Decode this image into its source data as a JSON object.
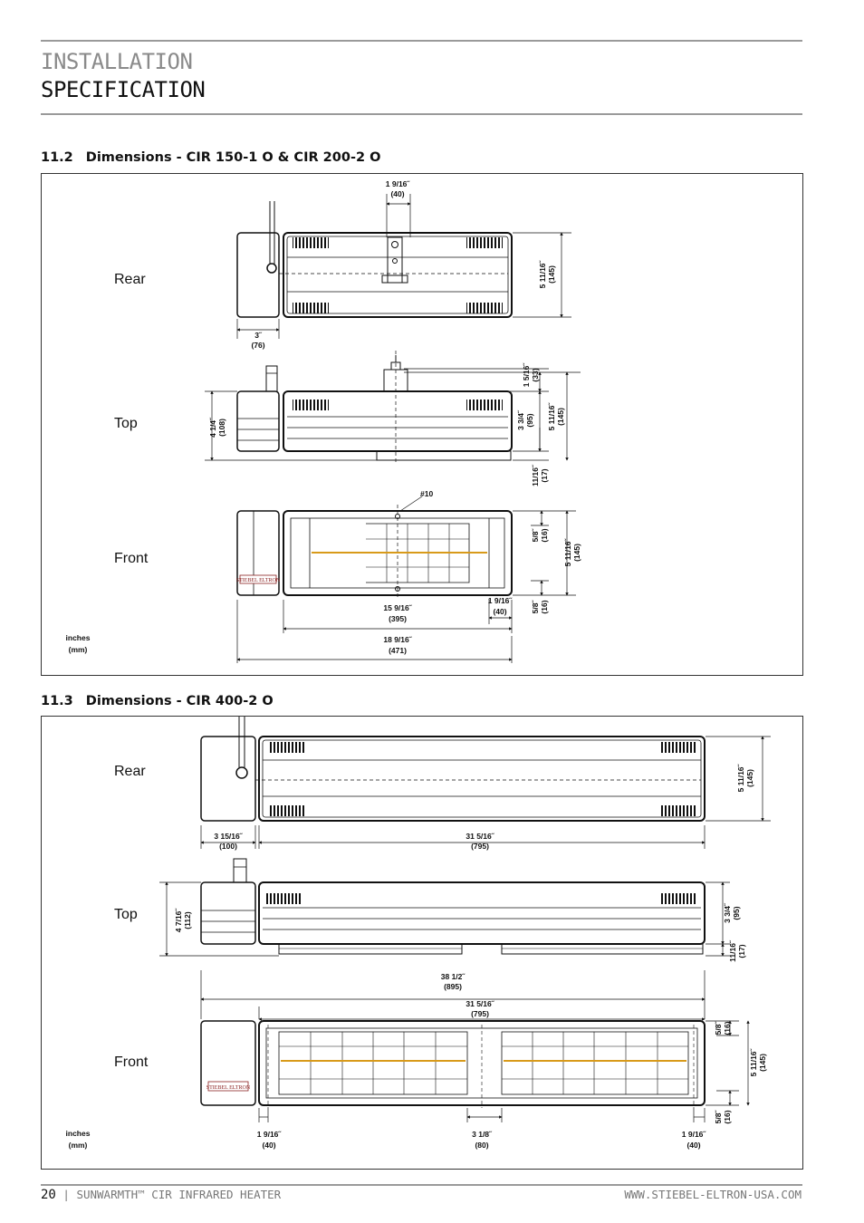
{
  "header": {
    "title_line1": "INSTALLATION",
    "title_line2": "SPECIFICATION"
  },
  "section1": {
    "number": "11.2",
    "title": "Dimensions - CIR 150-1 O & CIR 200-2 O"
  },
  "section2": {
    "number": "11.3",
    "title": "Dimensions - CIR 400-2 O"
  },
  "views": {
    "rear": "Rear",
    "top": "Top",
    "front": "Front"
  },
  "units": {
    "line1": "inches",
    "line2": "(mm)"
  },
  "brand_mark": "STIEBEL ELTRON",
  "fig1": {
    "top_width": {
      "in": "1 9/16˝",
      "mm": "(40)"
    },
    "rear_height": {
      "in": "5 11/16˝",
      "mm": "(145)"
    },
    "rear_side_w": {
      "in": "3˝",
      "mm": "(76)"
    },
    "bracket_h": {
      "in": "1 5/16˝",
      "mm": "(33)"
    },
    "top_depth": {
      "in": "3 3/4˝",
      "mm": "(95)"
    },
    "top_total": {
      "in": "5 11/16˝",
      "mm": "(145)"
    },
    "top_left": {
      "in": "4 1/4˝",
      "mm": "(108)"
    },
    "top_bottom": {
      "in": "11/16˝",
      "mm": "(17)"
    },
    "screw": "#10",
    "front_top": {
      "in": "5/8˝",
      "mm": "(16)"
    },
    "front_height": {
      "in": "5 11/16˝",
      "mm": "(145)"
    },
    "front_bottom": {
      "in": "5/8˝",
      "mm": "(16)"
    },
    "front_body": {
      "in": "15 9/16˝",
      "mm": "(395)"
    },
    "front_edge": {
      "in": "1 9/16˝",
      "mm": "(40)"
    },
    "front_total": {
      "in": "18 9/16˝",
      "mm": "(471)"
    }
  },
  "fig2": {
    "rear_height": {
      "in": "5 11/16˝",
      "mm": "(145)"
    },
    "rear_side": {
      "in": "3 15/16˝",
      "mm": "(100)"
    },
    "rear_body": {
      "in": "31 5/16˝",
      "mm": "(795)"
    },
    "top_left": {
      "in": "4 7/16˝",
      "mm": "(112)"
    },
    "top_depth": {
      "in": "3 3/4˝",
      "mm": "(95)"
    },
    "top_bottom": {
      "in": "11/16˝",
      "mm": "(17)"
    },
    "front_total": {
      "in": "38 1/2˝",
      "mm": "(895)"
    },
    "front_body": {
      "in": "31 5/16˝",
      "mm": "(795)"
    },
    "front_top": {
      "in": "5/8˝",
      "mm": "(16)"
    },
    "front_height": {
      "in": "5 11/16˝",
      "mm": "(145)"
    },
    "front_bottom": {
      "in": "5/8˝",
      "mm": "(16)"
    },
    "front_left": {
      "in": "1 9/16˝",
      "mm": "(40)"
    },
    "front_mid": {
      "in": "3 1/8˝",
      "mm": "(80)"
    },
    "front_right": {
      "in": "1 9/16˝",
      "mm": "(40)"
    }
  },
  "footer": {
    "page": "20",
    "product": "SUNWARMTH™ CIR INFRARED HEATER",
    "website": "WWW.STIEBEL-ELTRON-USA.COM"
  }
}
